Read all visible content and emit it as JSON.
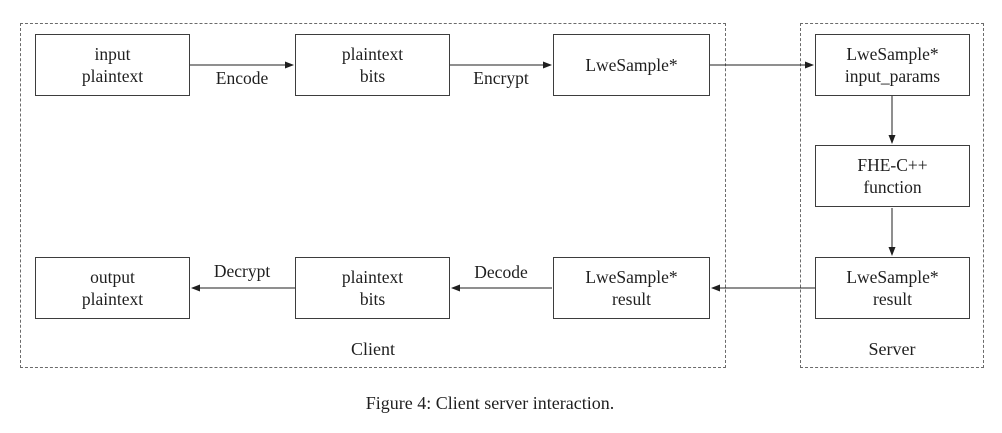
{
  "colors": {
    "background": "#ffffff",
    "box_border": "#3d3d3d",
    "dashed_border": "#6b6b6b",
    "arrow": "#1f1f1f",
    "text": "#1f1f1f"
  },
  "client": {
    "label": "Client",
    "boxes": {
      "input_plaintext": "input\nplaintext",
      "plaintext_bits_top": "plaintext\nbits",
      "lwe_sample": "LweSample*",
      "lwe_result": "LweSample*\nresult",
      "plaintext_bits_bottom": "plaintext\nbits",
      "output_plaintext": "output\nplaintext"
    },
    "arrow_labels": {
      "encode": "Encode",
      "encrypt": "Encrypt",
      "decode": "Decode",
      "decrypt": "Decrypt"
    }
  },
  "server": {
    "label": "Server",
    "boxes": {
      "input_params": "LweSample*\ninput_params",
      "fhe_function": "FHE-C++\nfunction",
      "result": "LweSample*\nresult"
    }
  },
  "caption": "Figure 4: Client server interaction."
}
